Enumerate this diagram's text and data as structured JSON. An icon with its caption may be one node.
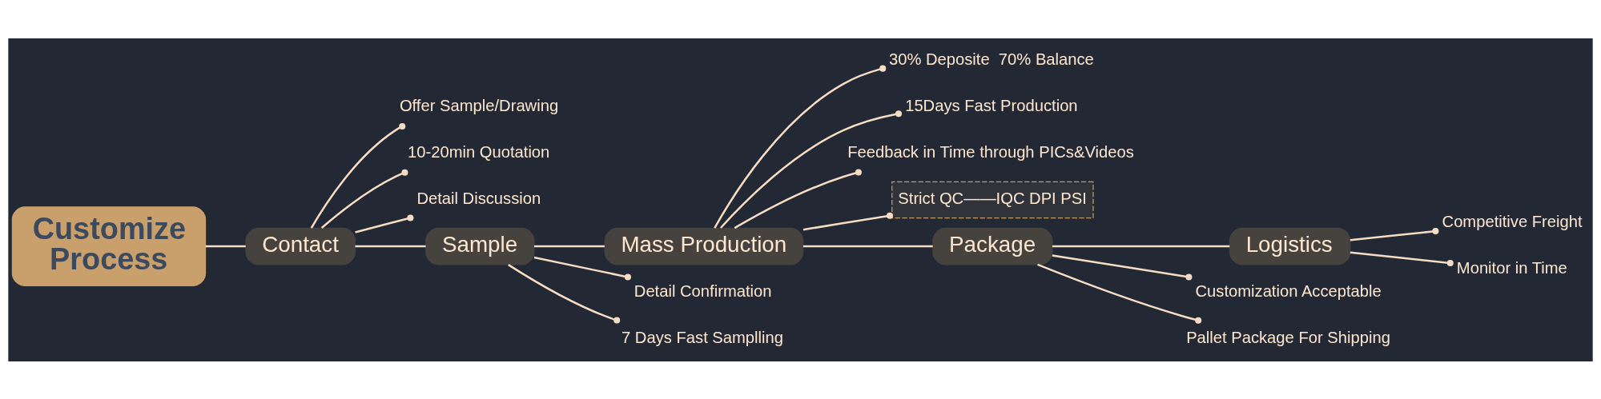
{
  "diagram": {
    "nodes": [
      {
        "text": [
          "Customize Process"
        ]
      },
      {
        "text": [
          "Contact"
        ]
      },
      {
        "text": [
          "Offer Sample/Drawing"
        ]
      },
      {
        "text": [
          "10-20min Quotation"
        ]
      },
      {
        "text": [
          "Detail Discussion"
        ]
      },
      {
        "text": [
          "Sample"
        ]
      },
      {
        "text": [
          "Detail Confirmation"
        ]
      },
      {
        "text": [
          "7 Days Fast Samplling"
        ]
      },
      {
        "text": [
          "Mass Production"
        ]
      },
      {
        "text": [
          "30% Deposite  70% Balance"
        ]
      },
      {
        "text": [
          "15Days Fast Production"
        ]
      },
      {
        "text": [
          "Feedback in Time through PICs&Videos"
        ]
      },
      {
        "text": [
          "Strict QC——IQC DPI PSI"
        ]
      },
      {
        "text": [
          "Package"
        ]
      },
      {
        "text": [
          "Customization Acceptable"
        ]
      },
      {
        "text": [
          "Pallet Package For Shipping"
        ]
      },
      {
        "text": [
          "Logistics"
        ]
      },
      {
        "text": [
          "Competitive Freight"
        ]
      },
      {
        "text": [
          "Monitor in Time"
        ]
      }
    ],
    "edges": [
      {
        "from": 0,
        "to": 1,
        "arrow": "none"
      },
      {
        "from": 1,
        "to": 2,
        "arrow": "other"
      },
      {
        "from": 1,
        "to": 3,
        "arrow": "other"
      },
      {
        "from": 1,
        "to": 4,
        "arrow": "other"
      },
      {
        "from": 1,
        "to": 5,
        "arrow": "none"
      },
      {
        "from": 5,
        "to": 8,
        "arrow": "none"
      },
      {
        "from": 5,
        "to": 6,
        "arrow": "other"
      },
      {
        "from": 5,
        "to": 7,
        "arrow": "other"
      },
      {
        "from": 8,
        "to": 9,
        "arrow": "other"
      },
      {
        "from": 8,
        "to": 10,
        "arrow": "other"
      },
      {
        "from": 8,
        "to": 11,
        "arrow": "other"
      },
      {
        "from": 8,
        "to": 12,
        "arrow": "other"
      },
      {
        "from": 8,
        "to": 13,
        "arrow": "none"
      },
      {
        "from": 13,
        "to": 16,
        "arrow": "none"
      },
      {
        "from": 13,
        "to": 14,
        "arrow": "other"
      },
      {
        "from": 13,
        "to": 15,
        "arrow": "other"
      },
      {
        "from": 16,
        "to": 17,
        "arrow": "other"
      },
      {
        "from": 16,
        "to": 18,
        "arrow": "other"
      }
    ]
  }
}
